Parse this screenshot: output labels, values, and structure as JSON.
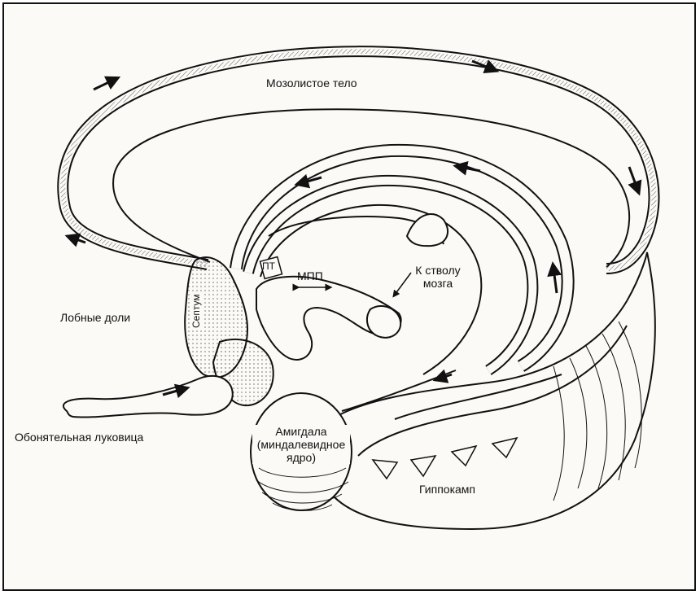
{
  "labels": {
    "corpus_callosum": "Мозолистое тело",
    "frontal_lobes": "Лобные доли",
    "septum": "Септум",
    "olfactory_bulb": "Обонятельная луковица",
    "amygdala_line1": "Амигдала",
    "amygdala_line2": "(миндалевидное",
    "amygdala_line3": "ядро)",
    "hippocampus": "Гиппокамп",
    "mfb": "МПП",
    "to_brainstem_line1": "К стволу",
    "to_brainstem_line2": "мозга",
    "hypothalamus_abbr": "ПТ"
  },
  "colors": {
    "ink": "#111111",
    "paper": "#fbfaf7"
  }
}
